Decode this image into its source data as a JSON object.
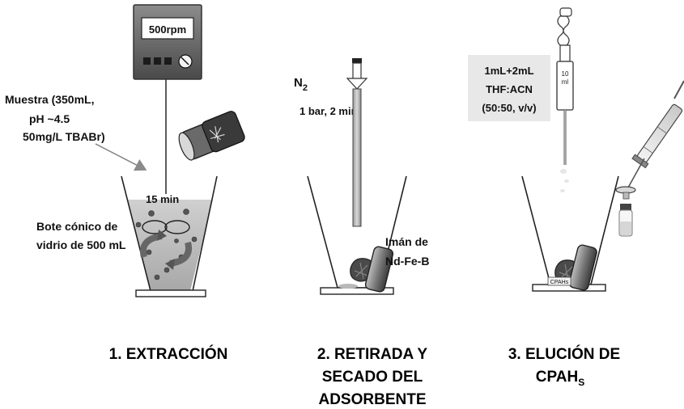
{
  "stage1": {
    "stirrer_display": "500rpm",
    "sample_lines": [
      "Muestra (350mL,",
      "pH ~4.5",
      "50mg/L TBABr)"
    ],
    "time": "15 min",
    "vessel_lines": [
      "Bote cónico de",
      "vidrio de 500 mL"
    ],
    "step_title": "1. EXTRACCIÓN"
  },
  "stage2": {
    "gas_main": "N",
    "gas_sub": "2",
    "conditions": "1 bar, 2 min",
    "magnet_lines": [
      "Imán de",
      "Nd-Fe-B"
    ],
    "step_title_lines": [
      "2. RETIRADA Y",
      "SECADO DEL",
      "ADSORBENTE"
    ]
  },
  "stage3": {
    "eluent_lines": [
      "1mL+2mL",
      "THF:ACN",
      "(50:50, v/v)"
    ],
    "pipette_label_top": "10",
    "pipette_label_bottom": "ml",
    "residue_label": "CPAHs",
    "step_title_main": "3. ELUCIÓN DE",
    "step_title_second": "CPAH",
    "step_title_sub": "S"
  }
}
